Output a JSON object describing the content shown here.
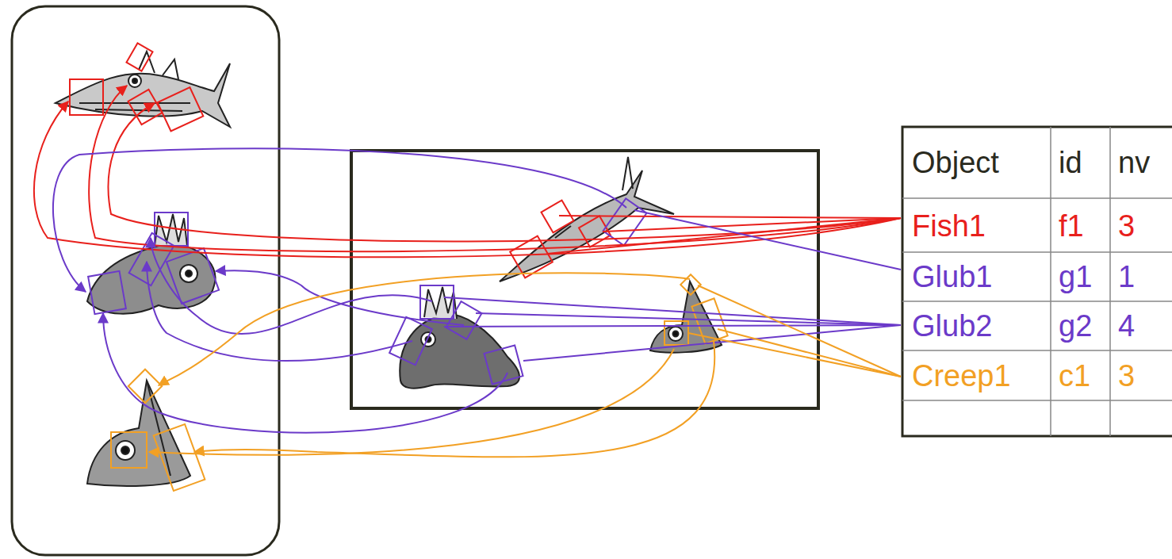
{
  "diagram": {
    "labels": [
      "Object",
      "id",
      "nv",
      "Fish1",
      "f1",
      "3",
      "Glub1",
      "g1",
      "1",
      "Glub2",
      "g2",
      "4",
      "Creep1",
      "c1",
      "3"
    ]
  }
}
